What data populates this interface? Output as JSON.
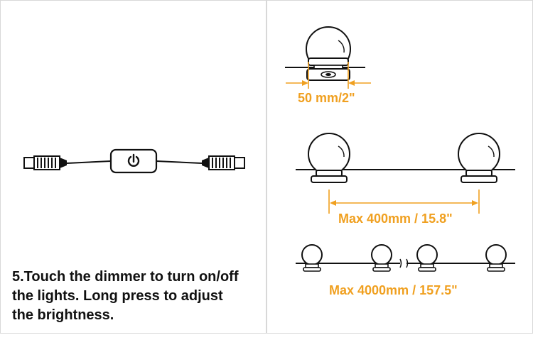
{
  "step_caption": {
    "line1": "5.Touch the dimmer to turn on/off",
    "line2": "the lights. Long press to adjust",
    "line3": "the brightness."
  },
  "dimensions": {
    "bulb_base": "50 mm/2\"",
    "bulb_spacing": "Max 400mm / 15.8\"",
    "total_length": "Max 4000mm / 157.5\""
  },
  "colors": {
    "accent": "#f0a020",
    "line": "#111111"
  },
  "icons": {
    "dimmer_button": "power-icon"
  }
}
